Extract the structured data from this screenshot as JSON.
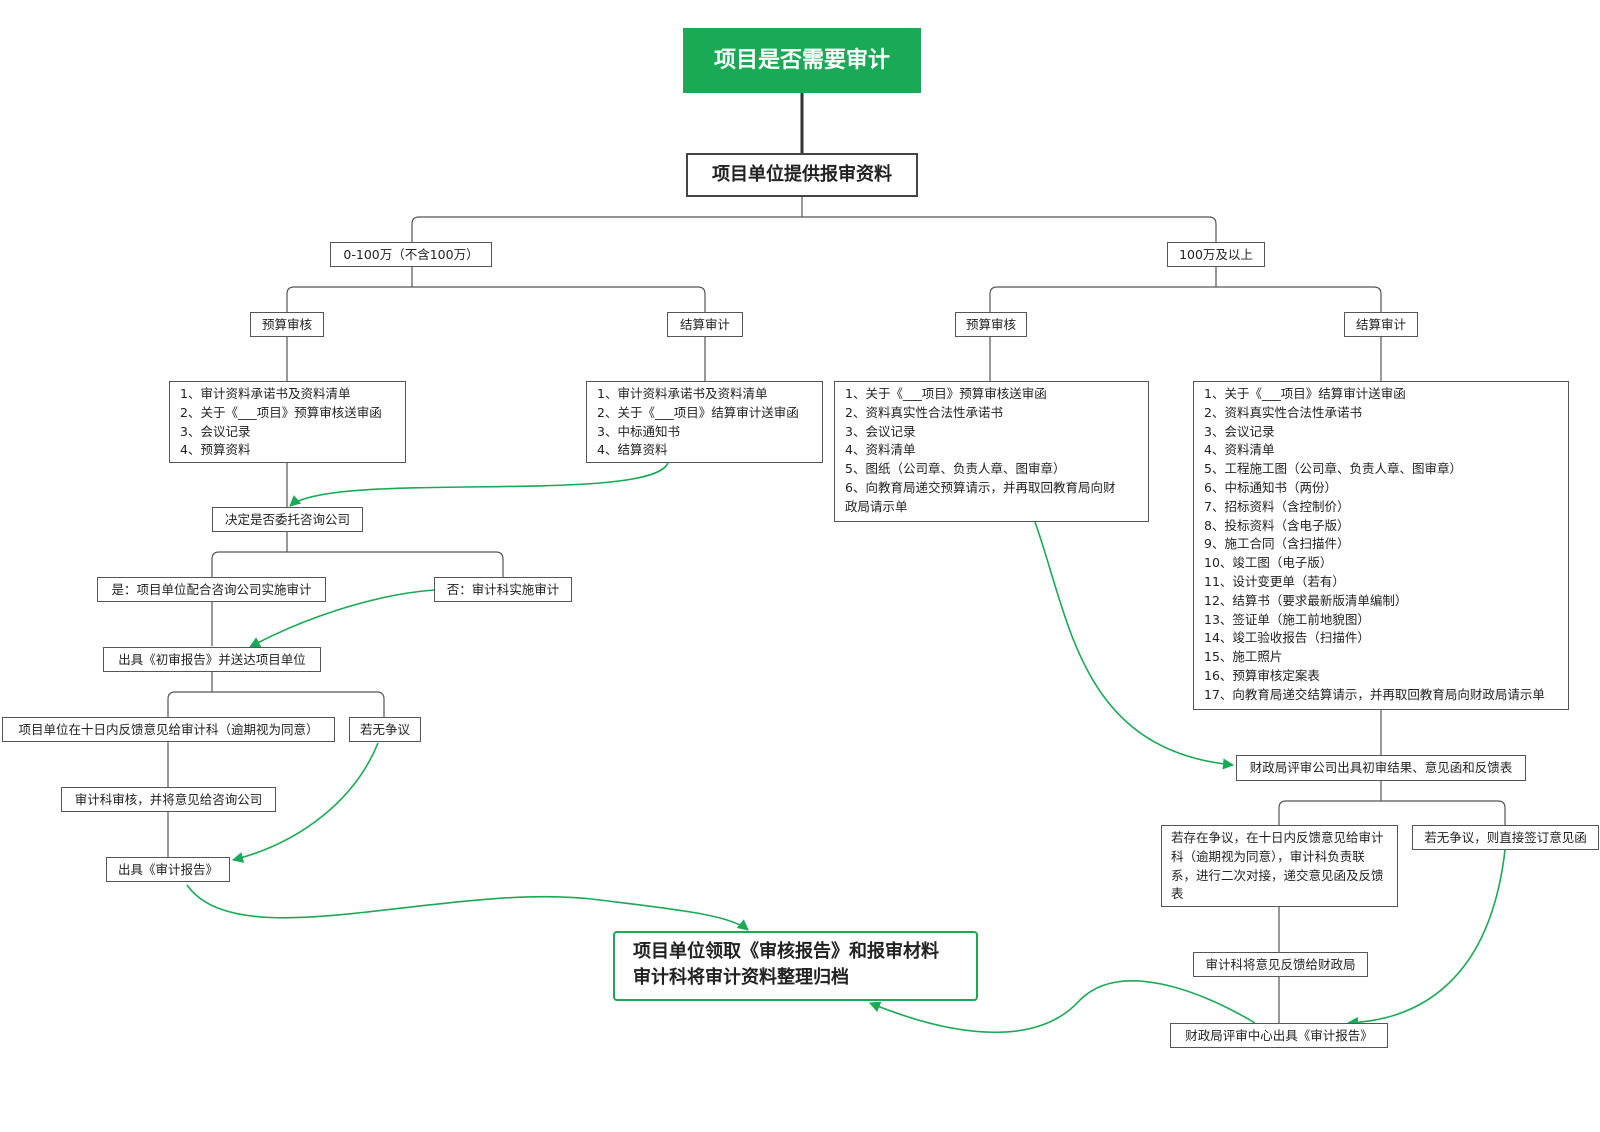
{
  "colors": {
    "accent": "#1aaa55",
    "line": "#555555"
  },
  "root": "项目是否需要审计",
  "main": "项目单位提供报审资料",
  "left": {
    "range": "0-100万（不含100万）",
    "budget": {
      "label": "预算审核",
      "items": [
        "1、审计资料承诺书及资料清单",
        "2、关于《___项目》预算审核送审函",
        "3、会议记录",
        "4、预算资料"
      ]
    },
    "settle": {
      "label": "结算审计",
      "items": [
        "1、审计资料承诺书及资料清单",
        "2、关于《___项目》结算审计送审函",
        "3、中标通知书",
        "4、结算资料"
      ]
    },
    "decide": "决定是否委托咨询公司",
    "yes": "是：项目单位配合咨询公司实施审计",
    "no": "否：审计科实施审计",
    "initial_report": "出具《初审报告》并送达项目单位",
    "feedback": "项目单位在十日内反馈意见给审计科（逾期视为同意）",
    "no_dispute": "若无争议",
    "review": "审计科审核，并将意见给咨询公司",
    "audit_report": "出具《审计报告》"
  },
  "right": {
    "range": "100万及以上",
    "budget": {
      "label": "预算审核",
      "items": [
        "1、关于《___项目》预算审核送审函",
        "2、资料真实性合法性承诺书",
        "3、会议记录",
        "4、资料清单",
        "5、图纸（公司章、负责人章、图审章）",
        "6、向教育局递交预算请示，并再取回教育局向财",
        "政局请示单"
      ]
    },
    "settle": {
      "label": "结算审计",
      "items": [
        "1、关于《___项目》结算审计送审函",
        "2、资料真实性合法性承诺书",
        "3、会议记录",
        "4、资料清单",
        "5、工程施工图（公司章、负责人章、图审章）",
        "6、中标通知书（两份）",
        "7、招标资料（含控制价）",
        "8、投标资料（含电子版）",
        "9、施工合同（含扫描件）",
        "10、竣工图（电子版）",
        "11、设计变更单（若有）",
        "12、结算书（要求最新版清单编制）",
        "13、签证单（施工前地貌图）",
        "14、竣工验收报告（扫描件）",
        "15、施工照片",
        "16、预算审核定案表",
        "17、向教育局递交结算请示，并再取回教育局向财政局请示单"
      ]
    },
    "finance_initial": "财政局评审公司出具初审结果、意见函和反馈表",
    "dispute": "若存在争议，在十日内反馈意见给审计科（逾期视为同意），审计科负责联系，进行二次对接，递交意见函及反馈表",
    "no_dispute": "若无争议，则直接签订意见函",
    "to_finance": "审计科将意见反馈给财政局",
    "finance_report": "财政局评审中心出具《审计报告》"
  },
  "final": {
    "line1": "项目单位领取《审核报告》和报审材料",
    "line2": "审计科将审计资料整理归档"
  }
}
